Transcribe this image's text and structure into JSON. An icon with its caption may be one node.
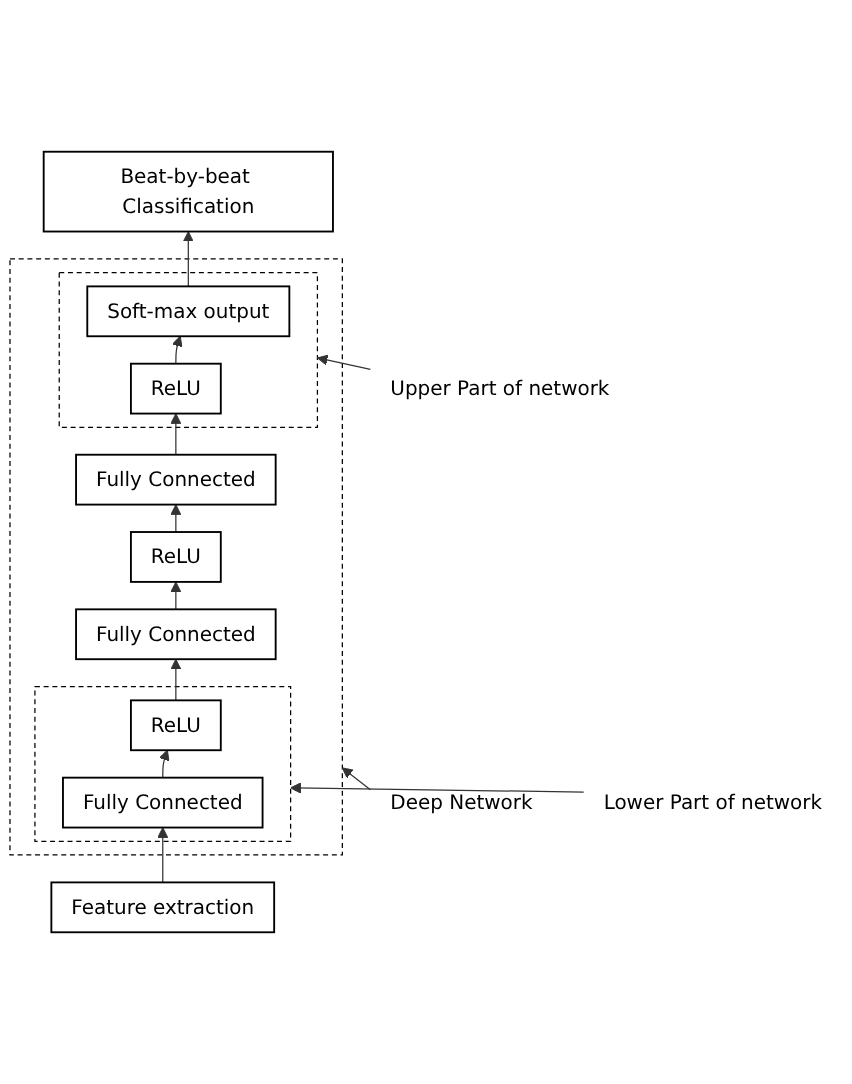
{
  "diagram": {
    "nodes": [
      {
        "text": [
          "Beat-by-beat Classification"
        ]
      },
      {
        "text": [],
        "shape": "box"
      },
      {
        "text": [],
        "shape": "box",
        "in": 1
      },
      {
        "text": [
          "Soft-max output"
        ],
        "in": 2
      },
      {
        "text": [
          "ReLU"
        ],
        "in": 2
      },
      {
        "text": [
          "Fully Connected"
        ],
        "in": 1
      },
      {
        "text": [
          "ReLU"
        ],
        "in": 1
      },
      {
        "text": [
          "Fully Connected"
        ],
        "in": 1
      },
      {
        "text": [],
        "shape": "box",
        "in": 1
      },
      {
        "text": [
          "ReLU"
        ],
        "in": 8
      },
      {
        "text": [
          "Fully Connected"
        ],
        "in": 8
      },
      {
        "text": [
          "Feature extraction"
        ]
      },
      {
        "text": [
          "Upper Part of network"
        ]
      },
      {
        "text": [
          "Deep Network"
        ]
      },
      {
        "text": [
          "Lower Part of network"
        ]
      }
    ],
    "edges": [
      {
        "from": 11,
        "to": 10,
        "arrow": "to"
      },
      {
        "from": 10,
        "to": 9,
        "arrow": "to"
      },
      {
        "from": 9,
        "to": 7,
        "arrow": "to"
      },
      {
        "from": 7,
        "to": 6,
        "arrow": "to"
      },
      {
        "from": 6,
        "to": 5,
        "arrow": "to"
      },
      {
        "from": 5,
        "to": 4,
        "arrow": "to"
      },
      {
        "from": 4,
        "to": 3,
        "arrow": "to"
      },
      {
        "from": 3,
        "to": 0,
        "arrow": "to"
      },
      {
        "from": 12,
        "to": 2,
        "arrow": "to"
      },
      {
        "from": 13,
        "to": 1,
        "arrow": "to"
      },
      {
        "from": 14,
        "to": 8,
        "arrow": "to"
      }
    ]
  }
}
